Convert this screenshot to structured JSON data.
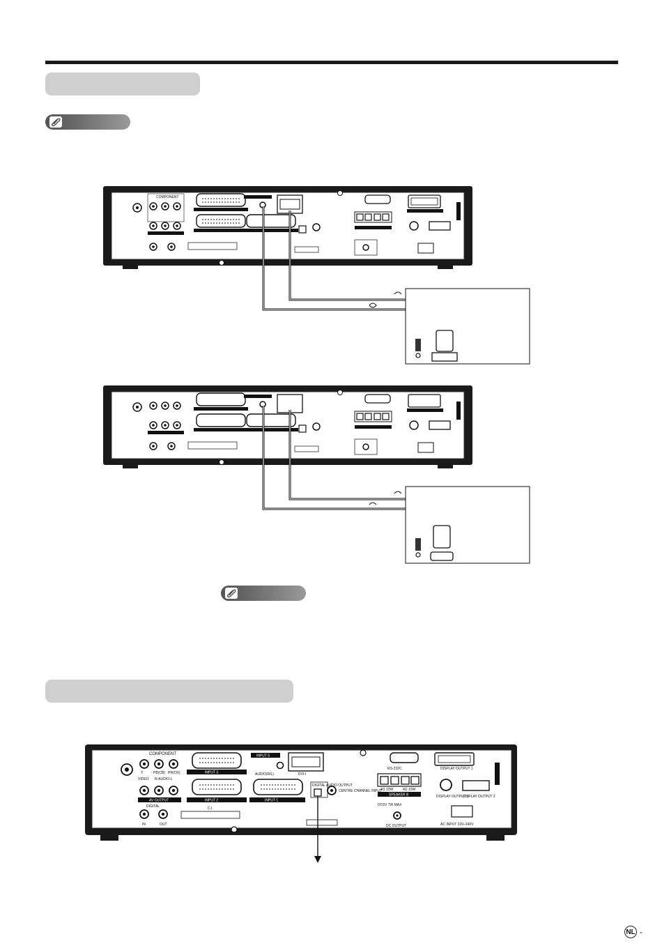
{
  "footer": {
    "lang": "NL",
    "dash": "-"
  },
  "rear_panel": {
    "component": "COMPONENT",
    "component_labels": [
      "Y",
      "PB(CB)",
      "PR(CR)"
    ],
    "video": "VIDEO",
    "r_audio_l": "R-AUDIO-L",
    "av_output": "AV OUTPUT",
    "digital": "DIGITAL",
    "in": "IN",
    "out": "OUT",
    "ci": "C.I.",
    "input1": "INPUT 1",
    "input2": "INPUT 2",
    "input3": "INPUT 3",
    "input5": "INPUT 5",
    "audio_rl": "AUDIO(R/L)",
    "dvi_i": "DVI-I",
    "digital_audio_output": "DIGITAL AUDIO OUTPUT",
    "centre_channel_input": "CENTRE CHANNEL INPUT",
    "rs232c": "RS-232C",
    "speaker_b": "SPEAKER B",
    "speaker_ohm": "4Ω 10W",
    "dc_max": "DC6V 7W MAX",
    "dc_output": "DC OUTPUT",
    "display_output_1": "DISPLAY OUTPUT 1",
    "display_output_2": "DISPLAY OUTPUT 2",
    "display_output_3": "DISPLAY OUTPUT 3",
    "ac_input": "AC INPUT 220–240V"
  }
}
